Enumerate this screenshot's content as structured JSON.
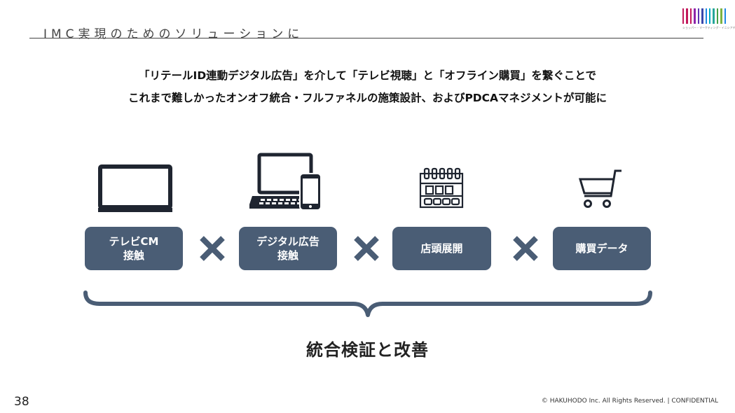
{
  "header": {
    "title": "IMC実現のためのソリューションに"
  },
  "logo": {
    "bar_colors": [
      "#c2185b",
      "#c2185b",
      "#c2185b",
      "#8e24aa",
      "#5e35b1",
      "#3949ab",
      "#1e88e5",
      "#00acc1",
      "#26a69a",
      "#43a047",
      "#7cb342",
      "#1e88e5"
    ],
    "caption": "ショッパー・マーケティング・イニシアチブ"
  },
  "lead": {
    "line1": "「リテールID連動デジタル広告」を介して「テレビ視聴」と「オフライン購買」を繋ぐことで",
    "line2": "これまで難しかったオンオフ統合・フルファネルの施策設計、およびPDCAマネジメントが可能に"
  },
  "steps": [
    {
      "line1": "テレビCM",
      "line2": "接触",
      "icon": "tv-icon"
    },
    {
      "line1": "デジタル広告",
      "line2": "接触",
      "icon": "laptop-phone-icon"
    },
    {
      "line1": "店頭展開",
      "line2": "",
      "icon": "store-shelf-icon"
    },
    {
      "line1": "購買データ",
      "line2": "",
      "icon": "shopping-cart-icon"
    }
  ],
  "operator_icon": "times-icon",
  "result": "統合検証と改善",
  "page_number": "38",
  "footer": "© HAKUHODO Inc. All Rights Reserved. | CONFIDENTIAL",
  "colors": {
    "box": "#4a5d75",
    "icon": "#1f2530",
    "times": "#4a5d75"
  }
}
